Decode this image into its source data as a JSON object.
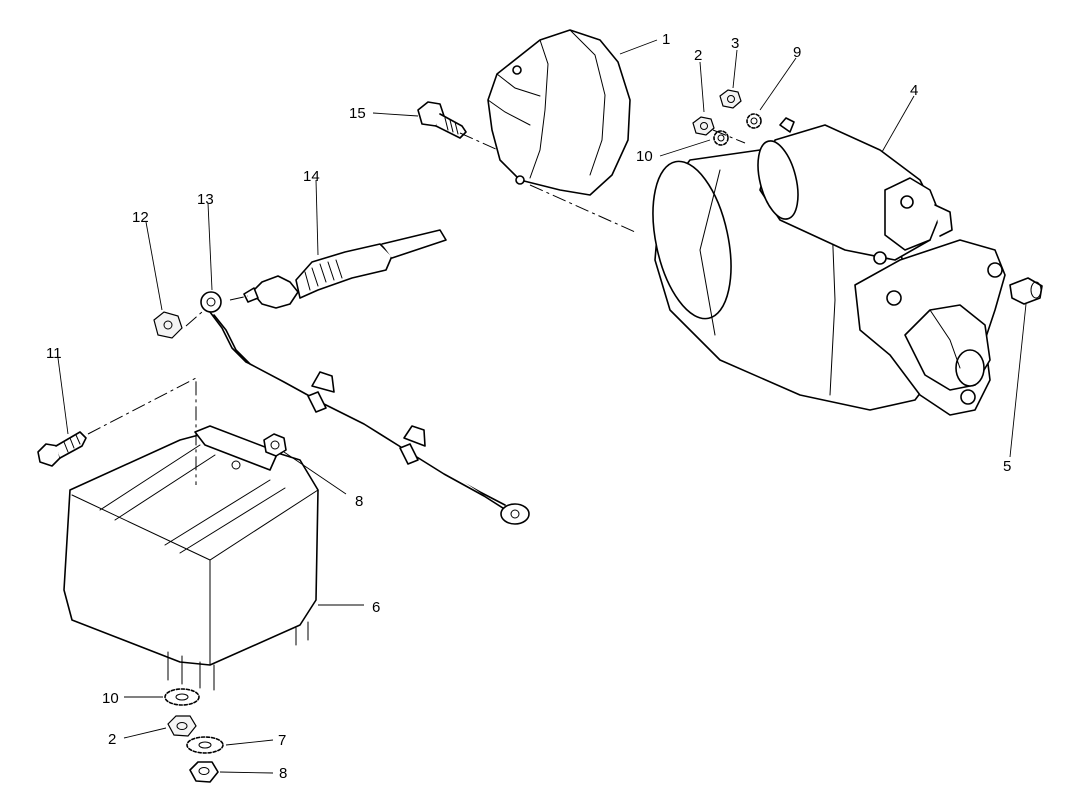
{
  "diagram": {
    "callouts": [
      {
        "id": "c1",
        "label": "1"
      },
      {
        "id": "c2a",
        "label": "2"
      },
      {
        "id": "c3",
        "label": "3"
      },
      {
        "id": "c9",
        "label": "9"
      },
      {
        "id": "c4",
        "label": "4"
      },
      {
        "id": "c10a",
        "label": "10"
      },
      {
        "id": "c15",
        "label": "15"
      },
      {
        "id": "c14",
        "label": "14"
      },
      {
        "id": "c13",
        "label": "13"
      },
      {
        "id": "c12",
        "label": "12"
      },
      {
        "id": "c11",
        "label": "11"
      },
      {
        "id": "c8a",
        "label": "8"
      },
      {
        "id": "c6",
        "label": "6"
      },
      {
        "id": "c5",
        "label": "5"
      },
      {
        "id": "c10b",
        "label": "10"
      },
      {
        "id": "c2b",
        "label": "2"
      },
      {
        "id": "c7",
        "label": "7"
      },
      {
        "id": "c8b",
        "label": "8"
      }
    ]
  }
}
